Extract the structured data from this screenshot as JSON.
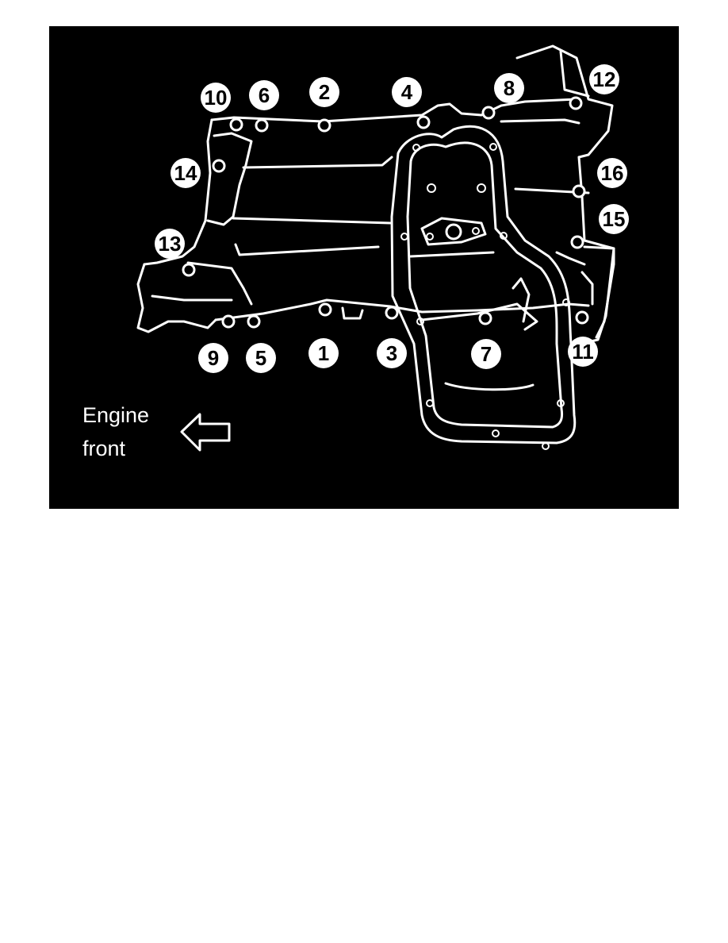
{
  "diagram": {
    "background": "#000000",
    "line_color": "#ffffff",
    "caption": {
      "line1": "Engine",
      "line2": "front",
      "icon": "arrow-left-outline-icon"
    },
    "bolts": [
      {
        "number": "1"
      },
      {
        "number": "2"
      },
      {
        "number": "3"
      },
      {
        "number": "4"
      },
      {
        "number": "5"
      },
      {
        "number": "6"
      },
      {
        "number": "7"
      },
      {
        "number": "8"
      },
      {
        "number": "9"
      },
      {
        "number": "10"
      },
      {
        "number": "11"
      },
      {
        "number": "12"
      },
      {
        "number": "13"
      },
      {
        "number": "14"
      },
      {
        "number": "15"
      },
      {
        "number": "16"
      }
    ]
  }
}
